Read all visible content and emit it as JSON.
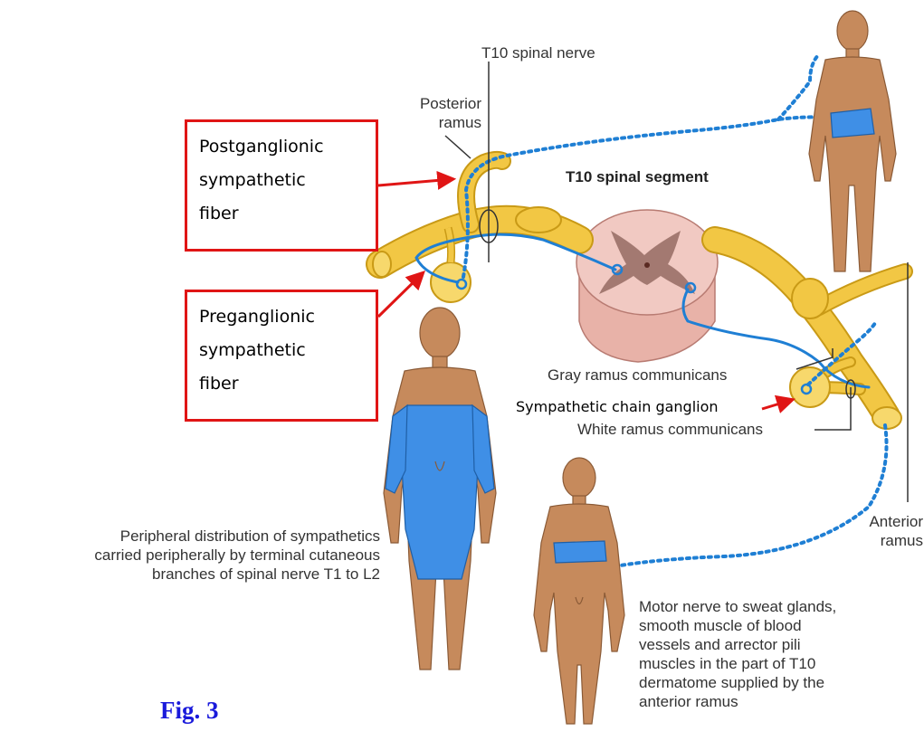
{
  "labels": {
    "t10_spinal_nerve": "T10 spinal nerve",
    "posterior_ramus": [
      "Posterior",
      "ramus"
    ],
    "segment_title": "T10 spinal segment",
    "gray_ramus": "Gray ramus communicans",
    "chain_ganglion": "Sympathetic chain ganglion",
    "white_ramus": "White ramus communicans",
    "anterior_ramus": [
      "Anterior",
      "ramus"
    ],
    "peripheral_distribution": [
      "Peripheral distribution of sympathetics",
      "carried peripherally by terminal cutaneous",
      "branches of spinal nerve T1 to L2"
    ],
    "motor_nerve": [
      "Motor nerve to sweat glands,",
      "smooth muscle of blood",
      "vessels and arrector pili",
      "muscles in the part of T10",
      "dermatome supplied by the",
      "anterior ramus"
    ]
  },
  "boxes": {
    "postganglionic": [
      "Postganglionic",
      "sympathetic",
      "fiber"
    ],
    "preganglionic": [
      "Preganglionic",
      "sympathetic",
      "fiber"
    ]
  },
  "figure_label": "Fig. 3",
  "colors": {
    "nerve": "#f2c744",
    "nerve_edge": "#c99a16",
    "fiber": "#1f7fd4",
    "skin": "#c68a5c",
    "skin_edge": "#8a5a36",
    "dermatome": "#3f8fe6",
    "cord": "#f1c9c2",
    "gray_matter": "#9a7068",
    "box_border": "#e01515",
    "figure_label": "#1a1adb"
  }
}
